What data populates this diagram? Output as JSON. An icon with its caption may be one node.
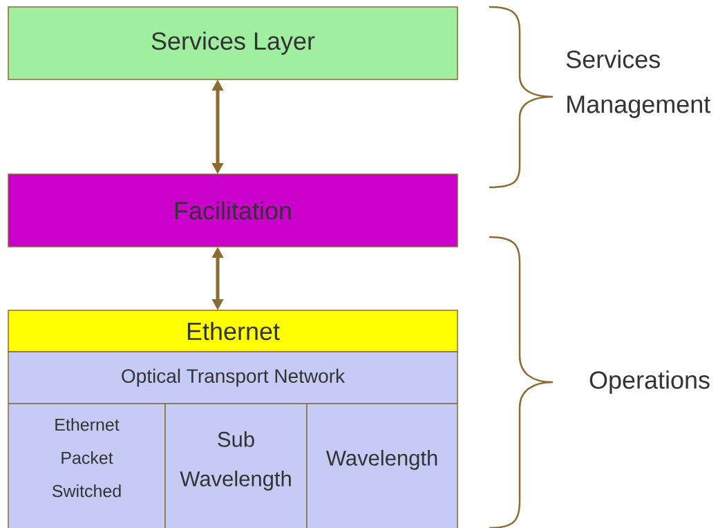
{
  "diagram": {
    "nodes": [
      {
        "text": [
          "Services Layer"
        ]
      },
      {
        "text": [
          "Facilitation"
        ]
      },
      {
        "text": [
          "Ethernet"
        ]
      },
      {
        "text": [
          "Optical Transport Network"
        ]
      },
      {
        "text": [
          "Ethernet Packet Switched"
        ]
      },
      {
        "text": [
          "Sub Wavelength"
        ]
      },
      {
        "text": [
          "Wavelength"
        ]
      }
    ],
    "edges": [
      {
        "from": 0,
        "to": 1,
        "arrow": "both"
      },
      {
        "from": 1,
        "to": 2,
        "arrow": "both"
      }
    ],
    "labels": [
      "Services Management",
      "Operations"
    ]
  }
}
